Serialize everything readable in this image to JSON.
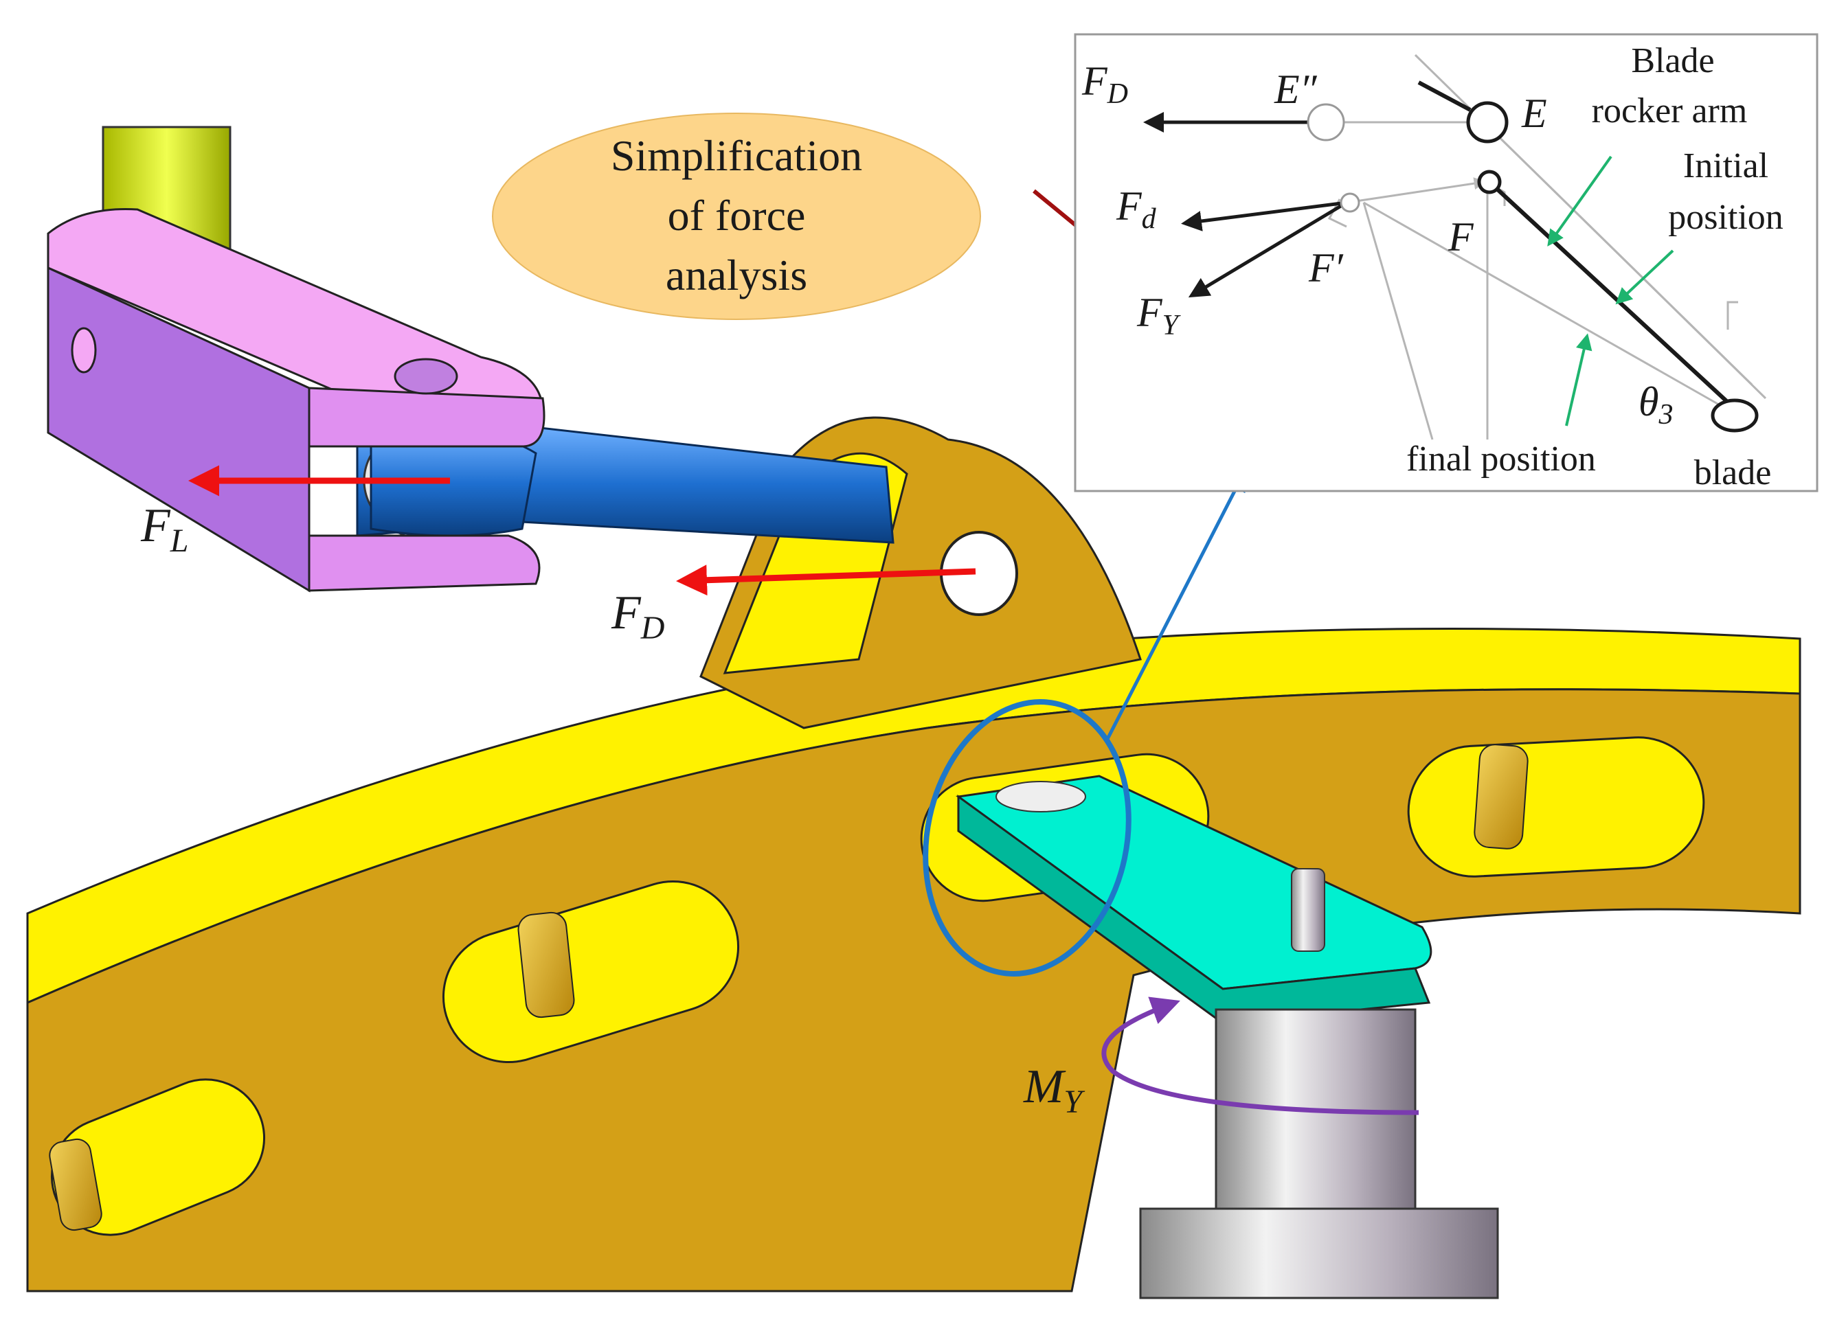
{
  "diagram": {
    "callout_lines": [
      "Simplification",
      "of force",
      "analysis"
    ],
    "force_labels": {
      "F_L": {
        "main": "F",
        "sub": "L"
      },
      "F_D": {
        "main": "F",
        "sub": "D"
      },
      "M_Y": {
        "main": "M",
        "sub": "Y"
      }
    },
    "inset": {
      "labels": {
        "F_D": {
          "main": "F",
          "sub": "D"
        },
        "F_d": {
          "main": "F",
          "sub": "d"
        },
        "F_Y": {
          "main": "F",
          "sub": "Y"
        },
        "E_dd": "E″",
        "E": "E",
        "F": "F",
        "F_prime": "F′",
        "theta3": {
          "main": "θ",
          "sub": "3"
        }
      },
      "annotations": {
        "blade_rocker_arm": [
          "Blade",
          "rocker arm"
        ],
        "initial_position": [
          "Initial",
          "position"
        ],
        "final_position": "final position",
        "blade": "blade"
      }
    },
    "colors": {
      "frame_yellow": "#FFF200",
      "frame_gold": "#D4A017",
      "purple_arm": "#B070E0",
      "pink_arm": "#F4A8F4",
      "blue_link": "#1E6FD0",
      "cyan_rocker": "#00F0D0",
      "callout_fill": "#FDD58A",
      "red_arrow": "#EE1111",
      "green_pointer": "#1EB46E",
      "blue_pointer": "#1E78C8",
      "purple_moment": "#7A3BAF",
      "dark_red_pointer": "#A01010"
    }
  }
}
